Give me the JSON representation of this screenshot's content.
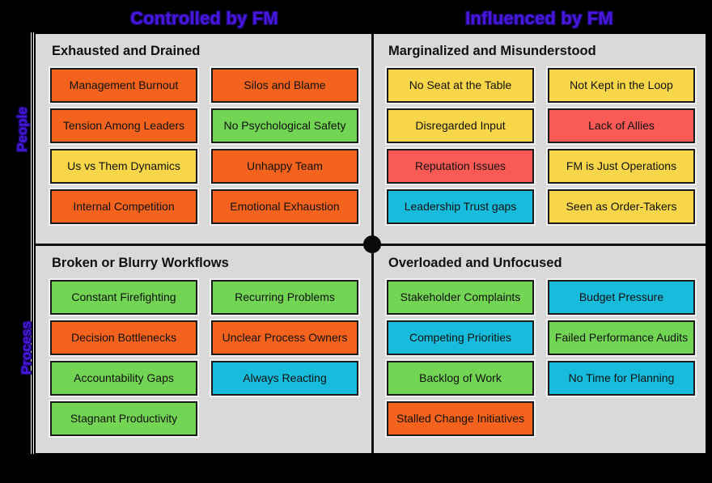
{
  "columns": {
    "left_header": "Controlled by FM",
    "right_header": "Influenced by FM"
  },
  "rows": {
    "top_label": "People",
    "bottom_label": "Process"
  },
  "palette": {
    "orange": "#F4631E",
    "green": "#72D553",
    "yellow": "#F7D64A",
    "red": "#FA5A55",
    "cyan": "#17BCDC",
    "panel_background": "#D9D9D9",
    "header_text": "#4A17E0",
    "header_outline": "#1B0A6B",
    "divider": "#111111",
    "canvas": "#000000"
  },
  "quadrants": {
    "top_left": {
      "title": "Exhausted and Drained",
      "tiles": [
        {
          "label": "Management Burnout",
          "color": "orange"
        },
        {
          "label": "Silos and Blame",
          "color": "orange"
        },
        {
          "label": "Tension Among Leaders",
          "color": "orange"
        },
        {
          "label": "No Psychological Safety",
          "color": "green"
        },
        {
          "label": "Us vs Them Dynamics",
          "color": "yellow"
        },
        {
          "label": "Unhappy Team",
          "color": "orange"
        },
        {
          "label": "Internal Competition",
          "color": "orange"
        },
        {
          "label": "Emotional Exhaustion",
          "color": "orange"
        }
      ]
    },
    "top_right": {
      "title": "Marginalized and Misunderstood",
      "tiles": [
        {
          "label": "No Seat at the Table",
          "color": "yellow"
        },
        {
          "label": "Not Kept in the Loop",
          "color": "yellow"
        },
        {
          "label": "Disregarded Input",
          "color": "yellow"
        },
        {
          "label": "Lack of Allies",
          "color": "red"
        },
        {
          "label": "Reputation Issues",
          "color": "red"
        },
        {
          "label": "FM is Just Operations",
          "color": "yellow"
        },
        {
          "label": "Leadership Trust gaps",
          "color": "cyan"
        },
        {
          "label": "Seen as Order-Takers",
          "color": "yellow"
        }
      ]
    },
    "bottom_left": {
      "title": "Broken or Blurry Workflows",
      "tiles": [
        {
          "label": "Constant Firefighting",
          "color": "green"
        },
        {
          "label": "Recurring Problems",
          "color": "green"
        },
        {
          "label": "Decision Bottlenecks",
          "color": "orange"
        },
        {
          "label": "Unclear Process Owners",
          "color": "orange"
        },
        {
          "label": "Accountability Gaps",
          "color": "green"
        },
        {
          "label": "Always Reacting",
          "color": "cyan"
        },
        {
          "label": "Stagnant Productivity",
          "color": "green"
        }
      ]
    },
    "bottom_right": {
      "title": "Overloaded and Unfocused",
      "tiles": [
        {
          "label": "Stakeholder Complaints",
          "color": "green"
        },
        {
          "label": "Budget Pressure",
          "color": "cyan"
        },
        {
          "label": "Competing Priorities",
          "color": "cyan"
        },
        {
          "label": "Failed Performance Audits",
          "color": "green"
        },
        {
          "label": "Backlog of Work",
          "color": "green"
        },
        {
          "label": "No Time for Planning",
          "color": "cyan"
        },
        {
          "label": "Stalled Change Initiatives",
          "color": "orange"
        }
      ]
    }
  }
}
